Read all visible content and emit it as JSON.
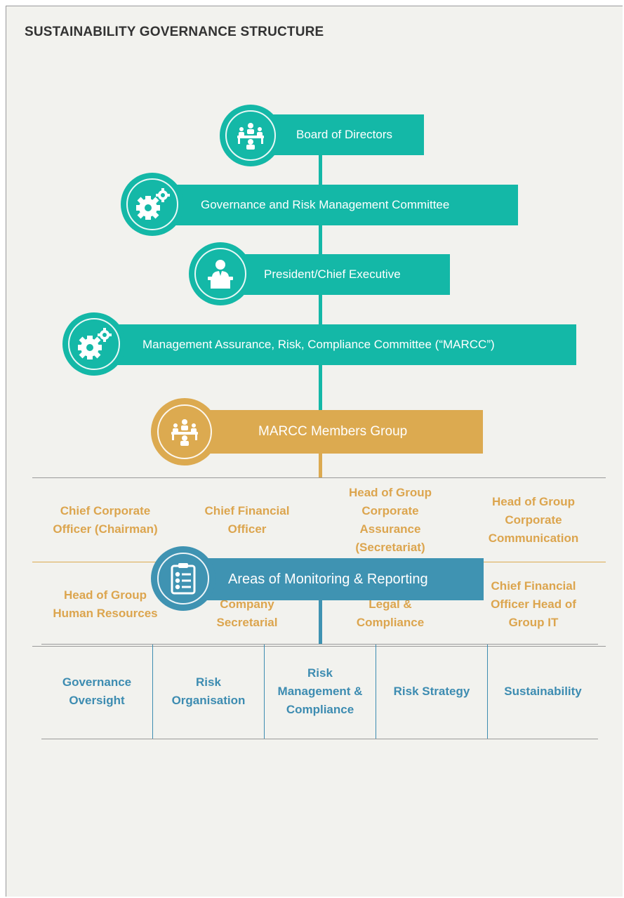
{
  "title": "SUSTAINABILITY GOVERNANCE STRUCTURE",
  "colors": {
    "teal": "#14b8a7",
    "gold": "#dcaa50",
    "blue": "#3f93b2",
    "gold_text": "#dca54e",
    "blue_text": "#3d8cb1"
  },
  "nodes": {
    "board": {
      "label": "Board of Directors",
      "icon": "meeting-group-icon"
    },
    "grmc": {
      "label": "Governance and Risk Management Committee",
      "icon": "gears-icon"
    },
    "president": {
      "label": "President/Chief Executive",
      "icon": "executive-podium-icon"
    },
    "marcc": {
      "label": "Management Assurance, Risk, Compliance Committee (“MARCC”)",
      "icon": "gears-icon"
    },
    "members": {
      "label": "MARCC Members Group",
      "icon": "meeting-group-icon"
    },
    "areas": {
      "label": "Areas of Monitoring & Reporting",
      "icon": "clipboard-checklist-icon"
    }
  },
  "members_rows": [
    [
      "Chief Corporate Officer (Chairman)",
      "Chief Financial Officer",
      "Head of Group Corporate Assurance (Secretariat)",
      "Head of Group Corporate Communication"
    ],
    [
      "Head of Group Human Resources",
      "Head of Group Company Secretarial",
      "Head of Group Legal & Compliance",
      "Chief Financial Officer Head of Group IT"
    ]
  ],
  "areas_items": [
    "Governance Oversight",
    "Risk Organisation",
    "Risk Management & Compliance",
    "Risk Strategy",
    "Sustainability"
  ]
}
